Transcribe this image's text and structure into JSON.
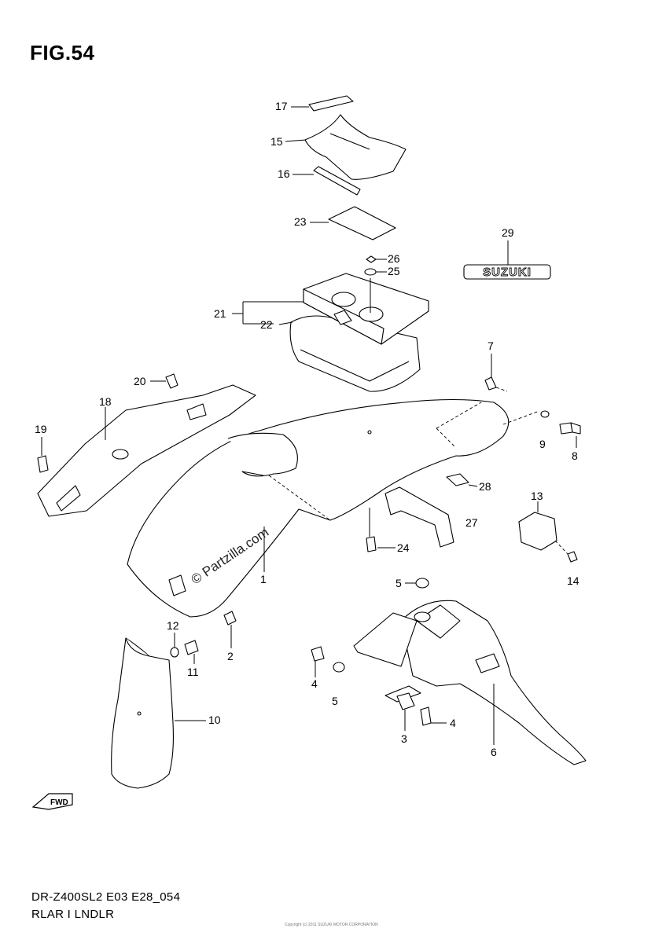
{
  "figure": {
    "title": "FIG.54",
    "model_code": "DR-Z400SL2 E03 E28_054",
    "section_name": "RLAR I LNDLR",
    "watermark": "© Partzilla.com",
    "copyright_note": "Copyright (c) 2011 SUZUKI MOTOR CORPORATION",
    "emblem_text": "SUZUKI",
    "fwd_text": "FWD"
  },
  "callouts": {
    "c1": "1",
    "c2": "2",
    "c3": "3",
    "c4a": "4",
    "c4b": "4",
    "c5a": "5",
    "c5b": "5",
    "c6": "6",
    "c7": "7",
    "c8": "8",
    "c9": "9",
    "c10": "10",
    "c11": "11",
    "c12": "12",
    "c13": "13",
    "c14": "14",
    "c15": "15",
    "c16": "16",
    "c17": "17",
    "c18": "18",
    "c19": "19",
    "c20": "20",
    "c21": "21",
    "c22": "22",
    "c23": "23",
    "c24": "24",
    "c25": "25",
    "c26": "26",
    "c27": "27",
    "c28": "28",
    "c29": "29"
  }
}
